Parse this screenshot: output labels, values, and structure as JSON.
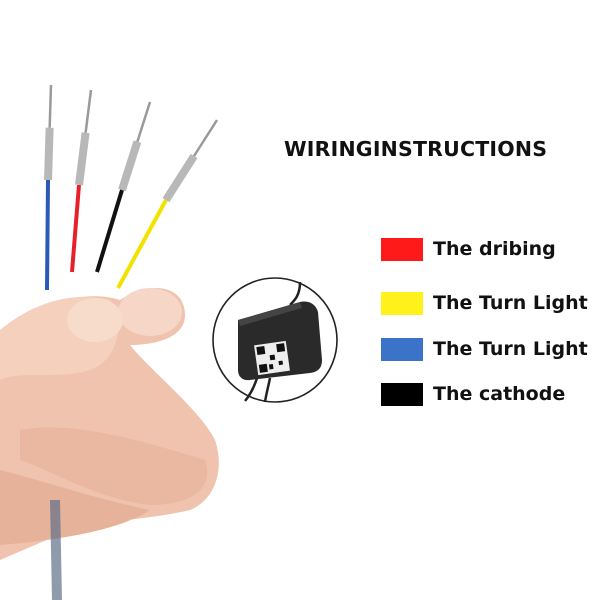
{
  "title": "WIRINGINSTRUCTIONS",
  "legend": [
    {
      "label": "The dribing",
      "color": "#ff1a1a"
    },
    {
      "label": "The Turn Light",
      "color": "#fff21a"
    },
    {
      "label": "The Turn Light",
      "color": "#3a73c8"
    },
    {
      "label": "The cathode",
      "color": "#000000"
    }
  ],
  "wire_colors": [
    "#2a5ab8",
    "#e8202a",
    "#111111",
    "#f2e200"
  ]
}
